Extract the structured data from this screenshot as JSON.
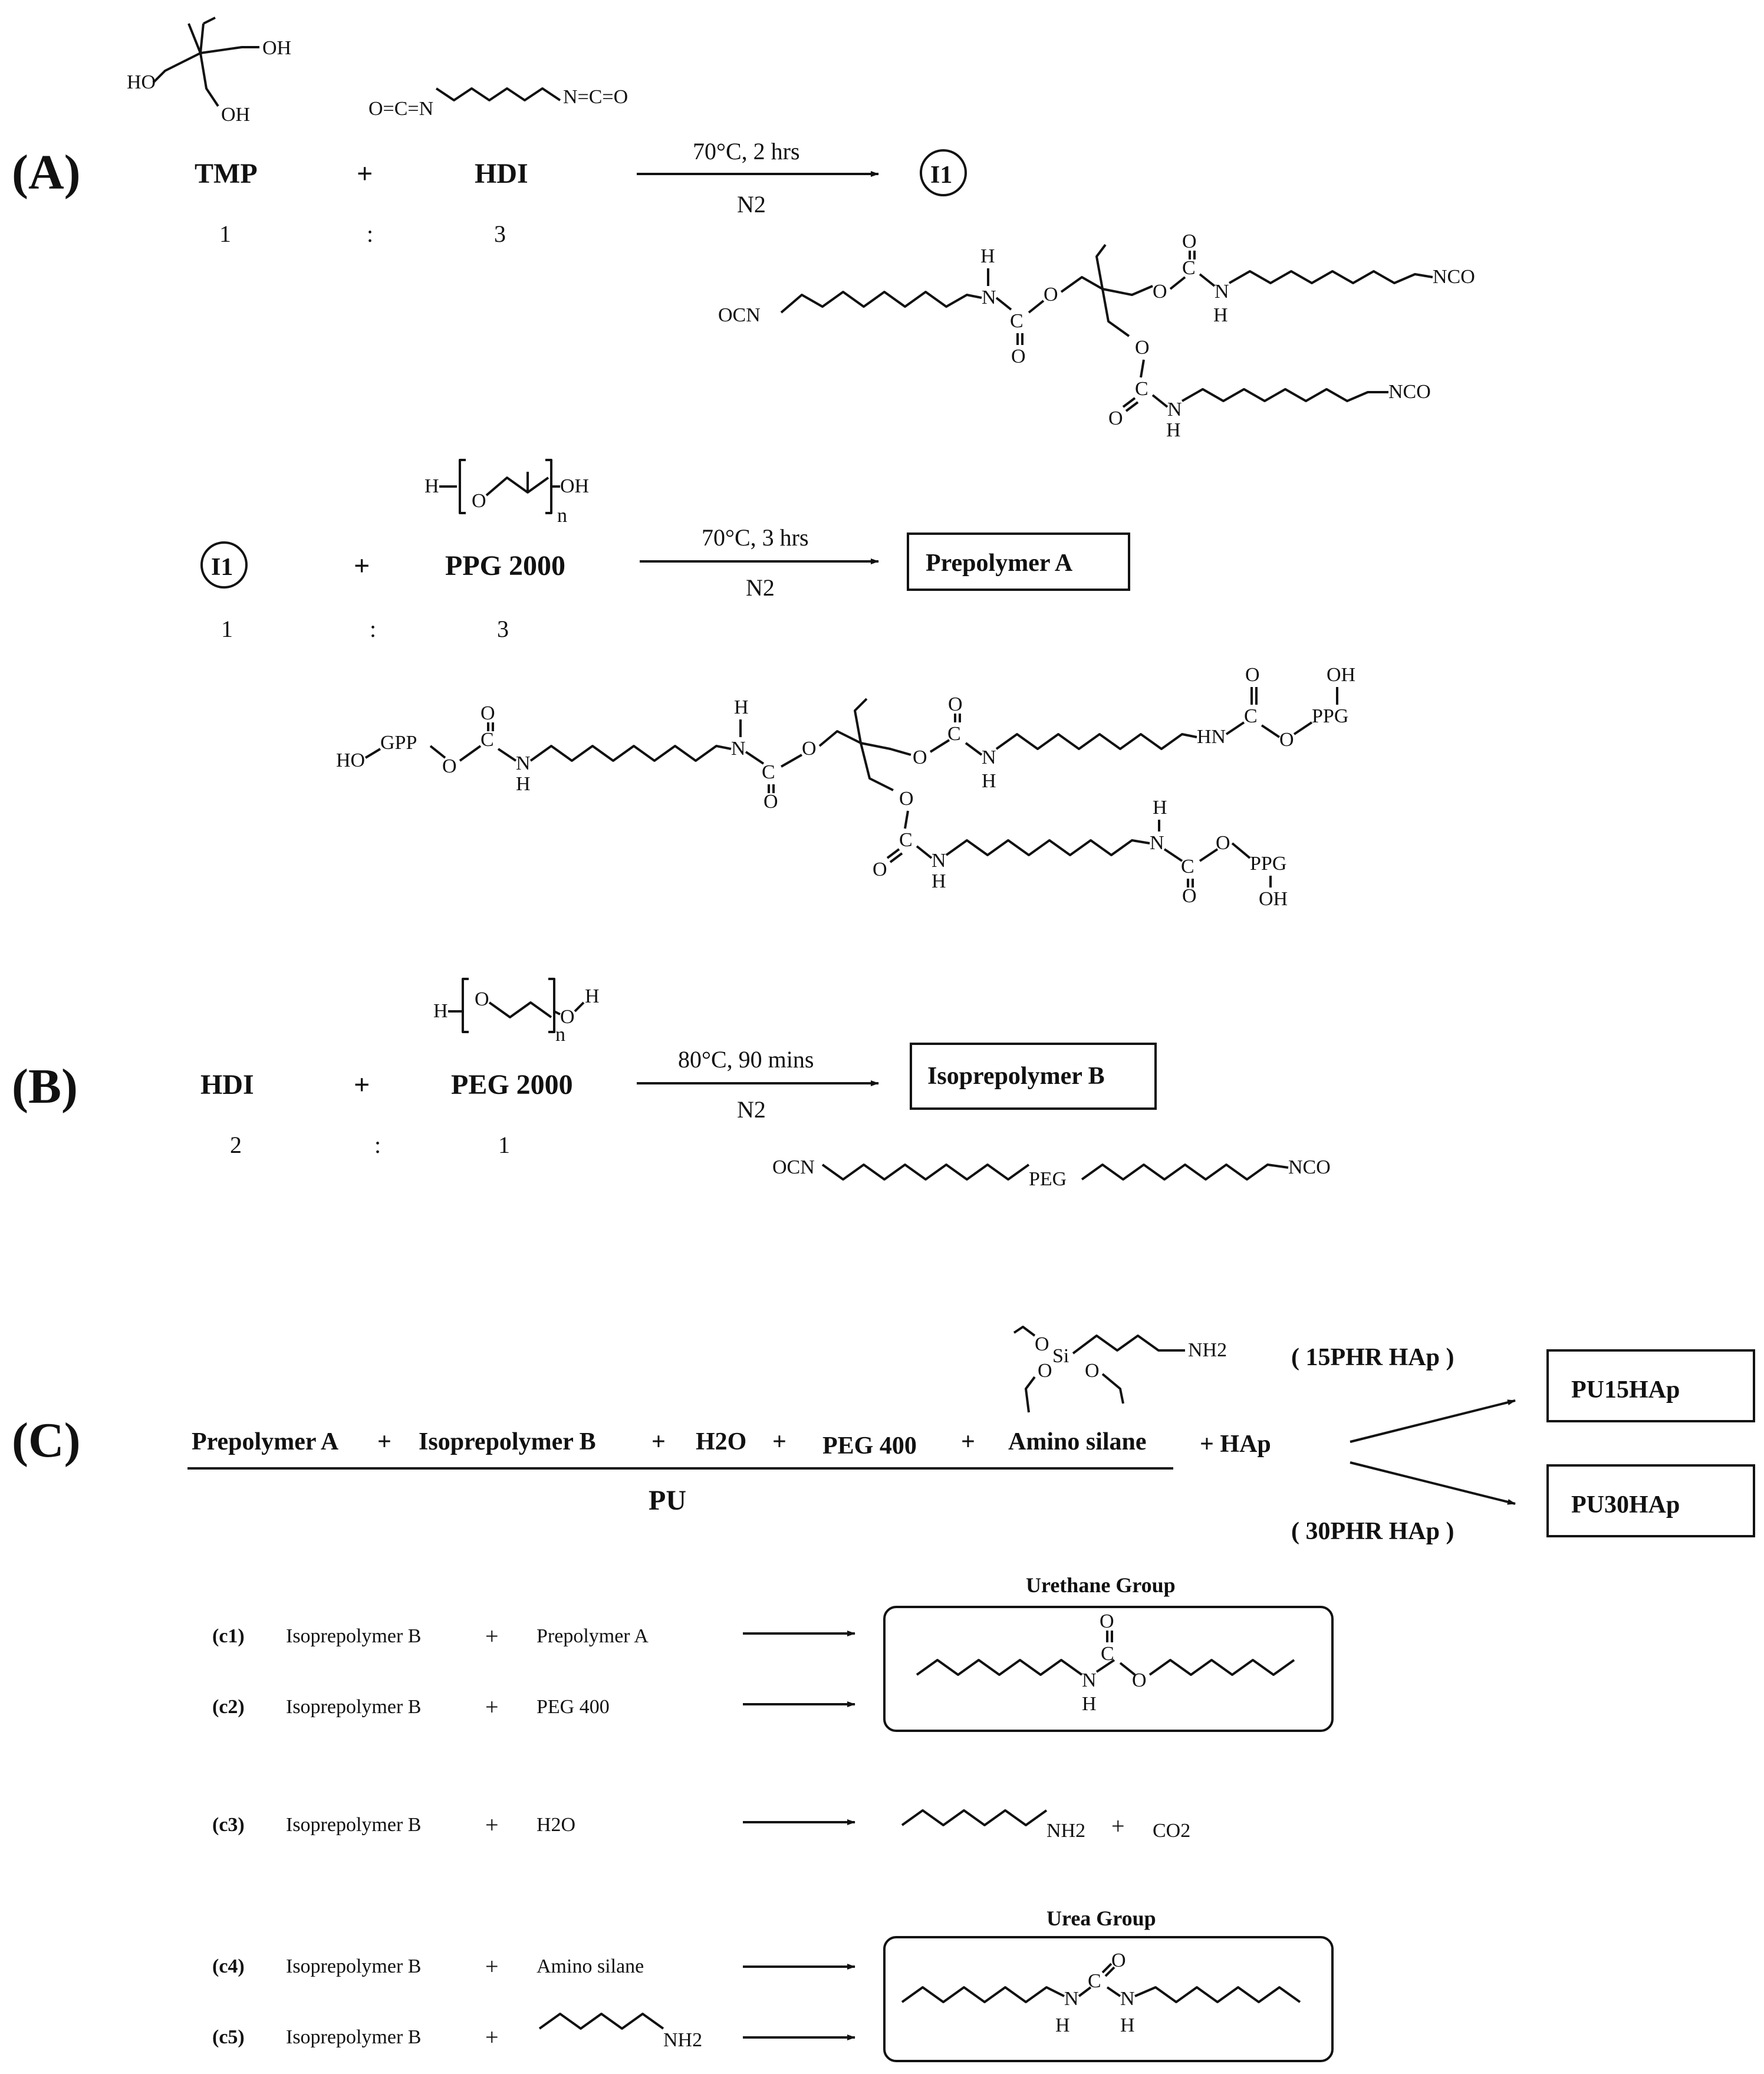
{
  "panels": {
    "a": "(A)",
    "b": "(B)",
    "c": "(C)"
  },
  "section_a": {
    "reactant1": "TMP",
    "plus": "+",
    "reactant2": "HDI",
    "ratio1": "1",
    "ratio_sep": ":",
    "ratio2": "3",
    "condition_top": "70°C, 2 hrs",
    "condition_bottom": "N2",
    "product": "I1",
    "tmp_atoms": {
      "oh1": "OH",
      "oh2": "HO",
      "oh3": "OH"
    },
    "hdi_atoms": {
      "left": "O=C=N",
      "right": "N=C=O"
    },
    "i1_atoms": {
      "ocn": "OCN",
      "nco1": "NCO",
      "nco2": "NCO",
      "n": "N",
      "h": "H",
      "c": "C",
      "o": "O"
    },
    "step2": {
      "reactant1": "I1",
      "plus": "+",
      "reactant2": "PPG 2000",
      "ratio1": "1",
      "ratio_sep": ":",
      "ratio2": "3",
      "condition_top": "70°C, 3 hrs",
      "condition_bottom": "N2",
      "product": "Prepolymer A",
      "ppg_atoms": {
        "h": "H",
        "o": "O",
        "oh": "OH",
        "n": "n"
      },
      "struct_atoms": {
        "ho_gpp": "HO",
        "gpp": "GPP",
        "ppg": "PPG",
        "hn": "HN",
        "oh": "OH"
      }
    }
  },
  "section_b": {
    "reactant1": "HDI",
    "plus": "+",
    "reactant2": "PEG 2000",
    "ratio1": "2",
    "ratio_sep": ":",
    "ratio2": "1",
    "condition_top": "80°C, 90 mins",
    "condition_bottom": "N2",
    "product": "Isoprepolymer B",
    "peg_atoms": {
      "h": "H",
      "o": "O",
      "n": "n"
    },
    "struct_atoms": {
      "ocn": "OCN",
      "peg": "PEG",
      "nco": "NCO"
    }
  },
  "section_c": {
    "components": [
      "Prepolymer A",
      "+",
      "Isoprepolymer B",
      "+",
      "H2O",
      "+",
      "PEG 400",
      "+",
      "Amino silane"
    ],
    "plus_hap": "+ HAp",
    "pu_label": "PU",
    "silane_atoms": {
      "o": "O",
      "si": "Si",
      "nh2": "NH2"
    },
    "branch_top": "( 15PHR HAp )",
    "branch_bottom": "( 30PHR HAp )",
    "product_top": "PU15HAp",
    "product_bottom": "PU30HAp",
    "urethane_title": "Urethane Group",
    "urea_title": "Urea Group",
    "reactions": [
      {
        "id": "(c1)",
        "r1": "Isoprepolymer B",
        "plus": "+",
        "r2": "Prepolymer A"
      },
      {
        "id": "(c2)",
        "r1": "Isoprepolymer B",
        "plus": "+",
        "r2": "PEG 400"
      },
      {
        "id": "(c3)",
        "r1": "Isoprepolymer B",
        "plus": "+",
        "r2": "H2O"
      },
      {
        "id": "(c4)",
        "r1": "Isoprepolymer B",
        "plus": "+",
        "r2": "Amino silane"
      },
      {
        "id": "(c5)",
        "r1": "Isoprepolymer B",
        "plus": "+",
        "r2": "NH2"
      }
    ],
    "c3_products": {
      "nh2": "NH2",
      "plus": "+",
      "co2": "CO2"
    },
    "group_atoms": {
      "n": "N",
      "h": "H",
      "c": "C",
      "o": "O"
    }
  }
}
